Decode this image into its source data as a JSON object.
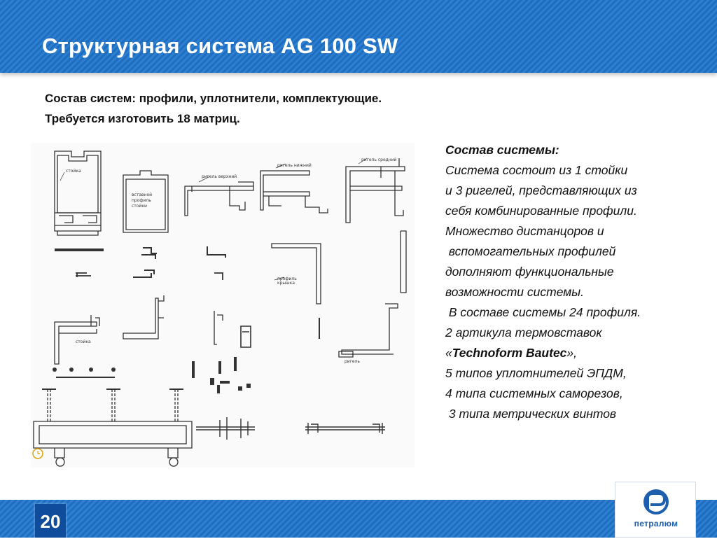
{
  "header": {
    "title": "Структурная система AG 100 SW"
  },
  "intro": {
    "line1": "Состав систем: профили, уплотнители, комплектующие.",
    "line2": "Требуется изготовить 18 матриц."
  },
  "drawing": {
    "labels": {
      "stoyka": "стойка",
      "vstavnoy1": "вставной",
      "vstavnoy2": "профиль",
      "vstavnoy3": "стойки",
      "rigel_verh": "ригель верхний",
      "rigel_nizh": "ригель нижний",
      "rigel_sred": "ригель средний",
      "profil_lbl1": "профиль",
      "profil_lbl2": "крышка",
      "small_a": "стойка",
      "small_b": "ригель"
    }
  },
  "description": {
    "heading": "Состав системы:",
    "lines": [
      "Система состоит из 1 стойки",
      "и 3 ригелей, представляющих из",
      "себя комбинированные профили.",
      "Множество дистанцоров и",
      " вспомогательных профилей",
      "дополняют функциональные",
      "возможности системы.",
      " В составе системы 24 профиля.",
      "2 артикула термовставок"
    ],
    "brand_prefix": "«",
    "brand": "Technoform Bautec",
    "brand_suffix": "»,",
    "lines2": [
      "5 типов уплотнителей ЭПДМ,",
      "4 типа системных саморезов,",
      " 3 типа метрических винтов"
    ]
  },
  "footer": {
    "page_number": "20",
    "logo_text": "петралюм"
  },
  "colors": {
    "header_blue": "#2d7fd0",
    "page_box": "#0f4c9b",
    "logo_blue": "#1d5fae"
  }
}
